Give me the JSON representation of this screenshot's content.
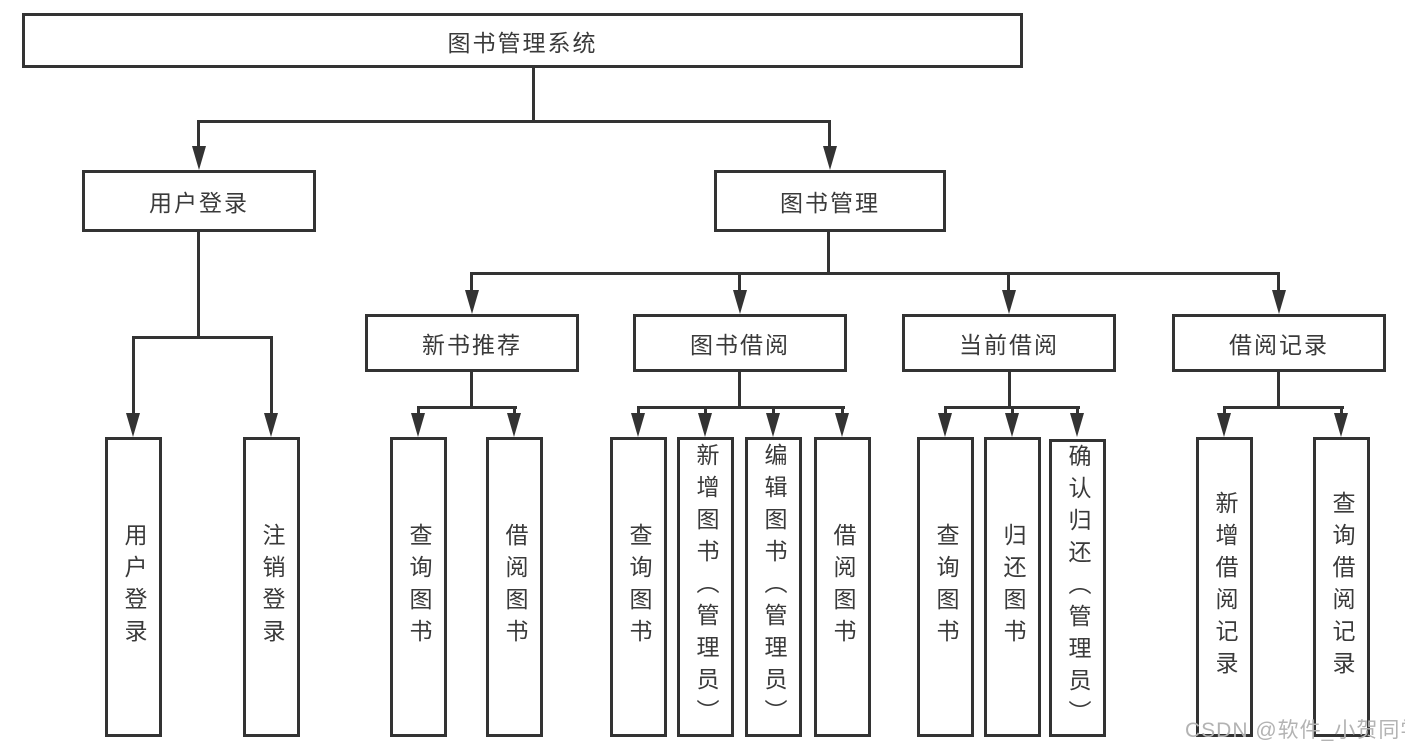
{
  "diagram": {
    "root": "图书管理系统",
    "level2": [
      "用户登录",
      "图书管理"
    ],
    "level3": [
      "新书推荐",
      "图书借阅",
      "当前借阅",
      "借阅记录"
    ],
    "leaves_user": [
      "用户登录",
      "注销登录"
    ],
    "leaves_newbook": [
      "查询图书",
      "借阅图书"
    ],
    "leaves_borrow": [
      "查询图书",
      "新增图书（管理员）",
      "编辑图书（管理员）",
      "借阅图书"
    ],
    "leaves_current": [
      "查询图书",
      "归还图书",
      "确认归还（管理员）"
    ],
    "leaves_records": [
      "新增借阅记录",
      "查询借阅记录"
    ],
    "watermark": "CSDN @软件_小贺同学",
    "colors": {
      "line": "#333333",
      "text": "#3a3a3a",
      "watermark": "#b3b3b3",
      "background": "#ffffff"
    }
  }
}
